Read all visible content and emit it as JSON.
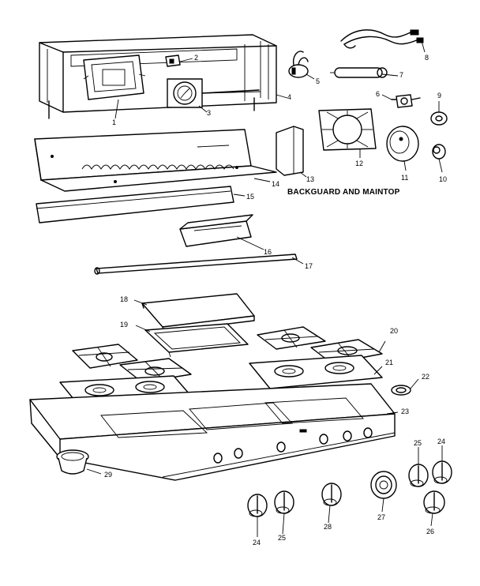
{
  "caption": "BACKGUARD AND MAINTOP",
  "callouts": {
    "c1": "1",
    "c2": "2",
    "c3": "3",
    "c4": "4",
    "c5": "5",
    "c6": "6",
    "c7": "7",
    "c8": "8",
    "c9": "9",
    "c10": "10",
    "c11": "11",
    "c12": "12",
    "c13": "13",
    "c14": "14",
    "c15": "15",
    "c16": "16",
    "c17": "17",
    "c18": "18",
    "c19": "19",
    "c20": "20",
    "c21": "21",
    "c22": "22",
    "c23": "23",
    "c24a": "24",
    "c25a": "25",
    "c24b": "24",
    "c25b": "25",
    "c26": "26",
    "c27": "27",
    "c28": "28",
    "c29": "29"
  }
}
